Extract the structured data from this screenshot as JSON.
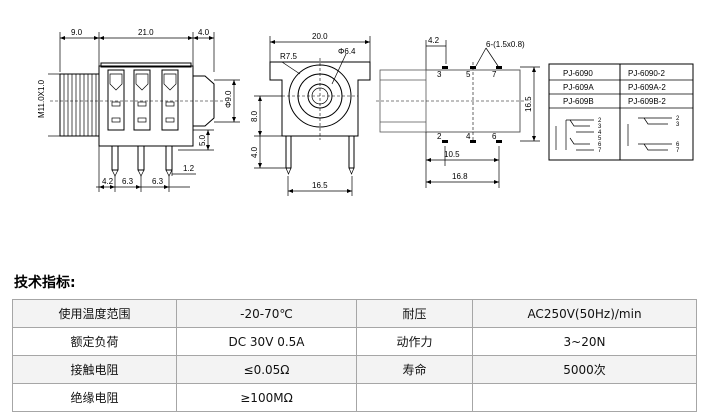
{
  "side_view": {
    "dim_top_left": "9.0",
    "dim_top_mid": "21.0",
    "dim_top_right": "4.0",
    "thread": "M11.0X1.0",
    "dim_right": "Φ9.0",
    "dim_lead": "5.0",
    "dim_bottom_a": "4.2",
    "dim_bottom_b": "6.3",
    "dim_bottom_c": "6.3",
    "dim_bottom_d": "1.2"
  },
  "front_view": {
    "width_top": "20.0",
    "radius": "R7.5",
    "hole": "Φ6.4",
    "height_left": "8.0",
    "lead_left": "4.0",
    "width_bottom": "16.5"
  },
  "pcb_layout": {
    "dim_top": "4.2",
    "holes_note": "6-(1.5x0.8)",
    "pins_top": [
      "3",
      "5",
      "7"
    ],
    "pins_bottom": [
      "2",
      "4",
      "6"
    ],
    "dim_right": "16.5",
    "dim_mid": "10.5",
    "dim_bottom": "16.8"
  },
  "models": {
    "left": [
      "PJ-6090",
      "PJ-609A",
      "PJ-609B"
    ],
    "right": [
      "PJ-6090-2",
      "PJ-609A-2",
      "PJ-609B-2"
    ],
    "left_pins": [
      "2",
      "3",
      "4",
      "5",
      "6",
      "7"
    ],
    "right_pins_top": [
      "2",
      "3"
    ],
    "right_pins_bottom": [
      "6",
      "7"
    ]
  },
  "spec_title": "技术指标:",
  "spec_rows": [
    [
      "使用温度范围",
      "-20-70℃",
      "耐压",
      "AC250V(50Hz)/min"
    ],
    [
      "额定负荷",
      "DC 30V 0.5A",
      "动作力",
      "3~20N"
    ],
    [
      "接触电阻",
      "≤0.05Ω",
      "寿命",
      "5000次"
    ],
    [
      "绝缘电阻",
      "≥100MΩ",
      "",
      ""
    ]
  ]
}
